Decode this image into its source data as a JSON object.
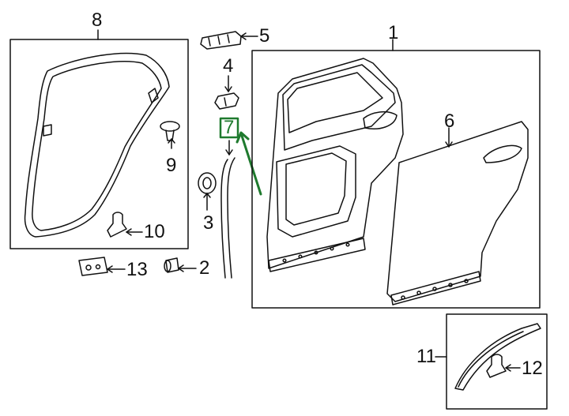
{
  "callouts": {
    "n1": "1",
    "n2": "2",
    "n3": "3",
    "n4": "4",
    "n5": "5",
    "n6": "6",
    "n7": "7",
    "n8": "8",
    "n9": "9",
    "n10": "10",
    "n11": "11",
    "n12": "12",
    "n13": "13"
  },
  "colors": {
    "line": "#111111",
    "highlight": "#1f7a2e"
  }
}
